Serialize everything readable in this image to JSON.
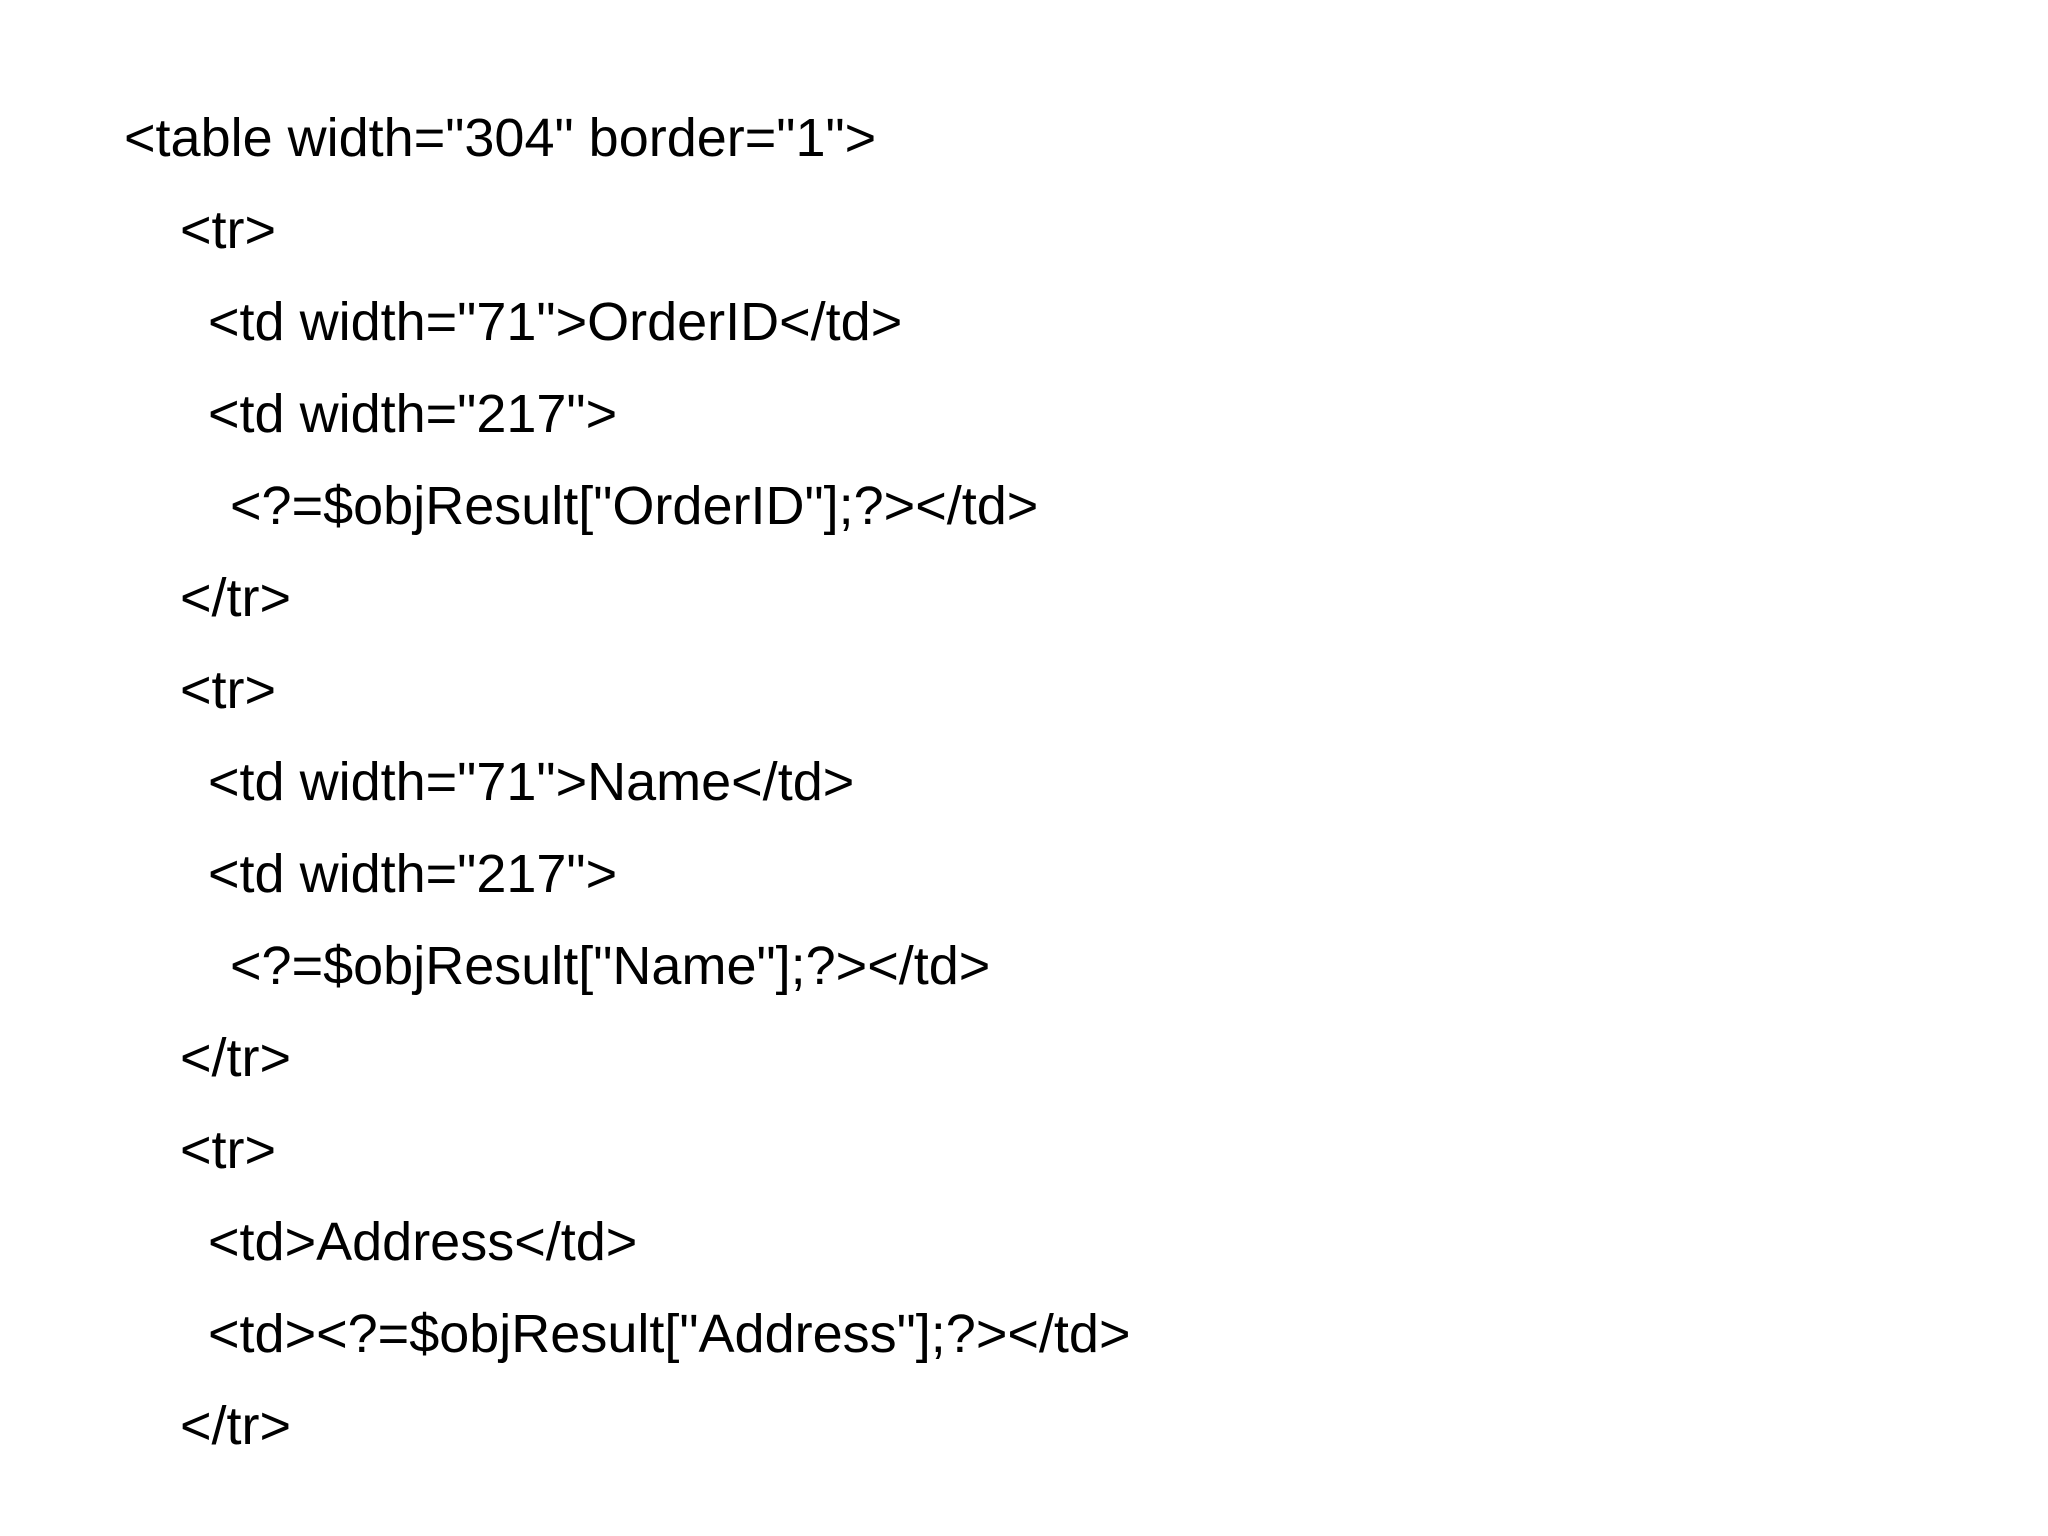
{
  "code": {
    "lines": [
      "<table width=\"304\" border=\"1\">",
      "<tr>",
      "<td width=\"71\">OrderID</td>",
      "<td width=\"217\">",
      "<?=$objResult[\"OrderID\"];?></td>",
      "</tr>",
      "<tr>",
      "<td width=\"71\">Name</td>",
      "<td width=\"217\">",
      "<?=$objResult[\"Name\"];?></td>",
      "</tr>",
      "<tr>",
      "<td>Address</td>",
      "<td><?=$objResult[\"Address\"];?></td>",
      "</tr>"
    ]
  }
}
